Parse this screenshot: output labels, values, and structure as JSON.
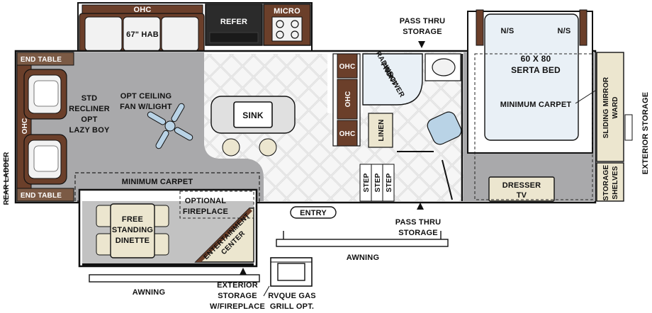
{
  "colors": {
    "outline": "#111111",
    "living_floor": "#a9a9ab",
    "tile_floor": "#ececec",
    "carpet": "#c2c2c2",
    "cabinet": "#6b3f2a",
    "cream": "#ece6cf",
    "bed": "#e9f0f6",
    "fan": "#b9d3e6"
  },
  "labels": {
    "ohc_top": "OHC",
    "hab": "67\" HAB",
    "refer": "REFER",
    "micro": "MICRO",
    "pass_thru_top": [
      "PASS THRU",
      "STORAGE"
    ],
    "ns_left": "N/S",
    "ns_right": "N/S",
    "bed": [
      "60 X 80",
      "SERTA BED"
    ],
    "min_carpet_bed": "MINIMUM CARPET",
    "sliding_mirror": [
      "SLIDING MIRROR",
      "WARD"
    ],
    "exterior_storage_right": "EXTERIOR STORAGE",
    "storage_shelves": [
      "STORAGE",
      "SHELVES"
    ],
    "dresser": [
      "DRESSER",
      "TV"
    ],
    "end_table_top": "END TABLE",
    "end_table_bottom": "END TABLE",
    "ohc_left": "OHC",
    "rear_ladder": "REAR LADDER",
    "recliner": [
      "STD",
      "RECLINER",
      "OPT",
      "LAZY BOY"
    ],
    "fan": [
      "OPT CEILING",
      "FAN W/LIGHT"
    ],
    "sink": "SINK",
    "ohc_1": "OHC",
    "ohc_2": "OHC",
    "ohc_3": "OHC",
    "shower": [
      "RADIUS",
      "FRONT",
      "SHOWER"
    ],
    "linen": "LINEN",
    "step": "STEP",
    "min_carpet_living": "MINIMUM CARPET",
    "dinette": [
      "FREE",
      "STANDING",
      "DINETTE"
    ],
    "optional_fireplace": [
      "OPTIONAL",
      "FIREPLACE"
    ],
    "entertainment": [
      "ENTERTAINMENT",
      "CENTER"
    ],
    "entry": "ENTRY",
    "pass_thru_bottom": [
      "PASS THRU",
      "STORAGE"
    ],
    "awning_right": "AWNING",
    "awning_left": "AWNING",
    "exterior_storage_bottom": [
      "EXTERIOR",
      "STORAGE",
      "W/FIREPLACE"
    ],
    "grill": [
      "RVQUE GAS",
      "GRILL OPT."
    ]
  }
}
